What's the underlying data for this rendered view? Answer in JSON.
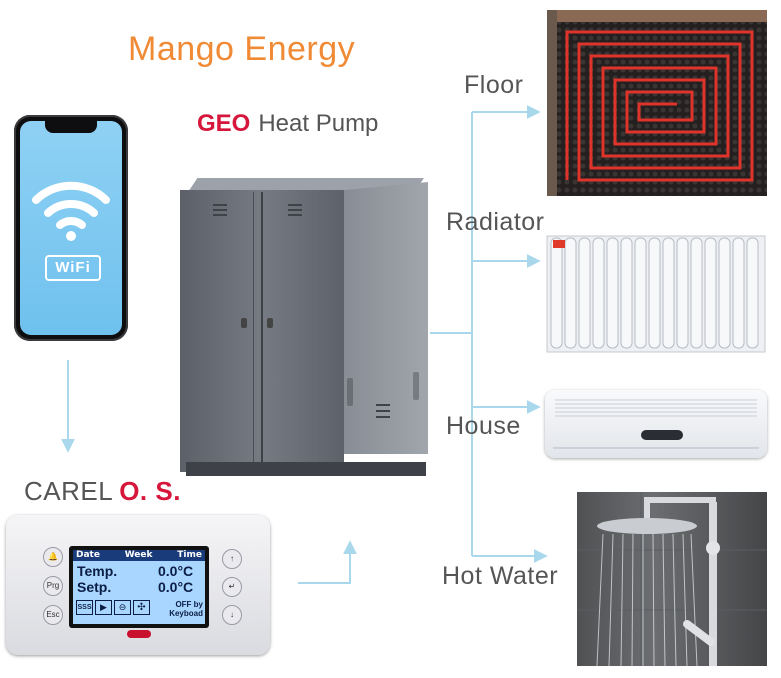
{
  "brand": "Mango Energy",
  "product": {
    "accent": "GEO",
    "name": "Heat Pump"
  },
  "connectivity": {
    "badge": "WiFi"
  },
  "controller": {
    "title_prefix": "CAREL",
    "title_accent": "O. S.",
    "buttons_left": [
      "🔔",
      "Prg",
      "Esc"
    ],
    "buttons_right": [
      "↑",
      "↵",
      "↓"
    ],
    "display": {
      "header": [
        "Date",
        "Week",
        "Time"
      ],
      "rows": [
        {
          "label": "Temp.",
          "value": "0.0°C"
        },
        {
          "label": "Setp.",
          "value": "0.0°C"
        }
      ],
      "status_icons": [
        "sss",
        "play",
        "compressor",
        "fan"
      ],
      "status_text_line1": "OFF by",
      "status_text_line2": "Keyboad"
    }
  },
  "outputs": [
    {
      "label": "Floor",
      "image": "underfloor-heating-pipes"
    },
    {
      "label": "Radiator",
      "image": "radiator"
    },
    {
      "label": "House",
      "image": "wall-air-conditioner"
    },
    {
      "label": "Hot Water",
      "image": "shower-head"
    }
  ],
  "colors": {
    "brand": "#f08a35",
    "accent": "#d6163a",
    "arrow": "#a9d8ec",
    "label": "#555555"
  }
}
